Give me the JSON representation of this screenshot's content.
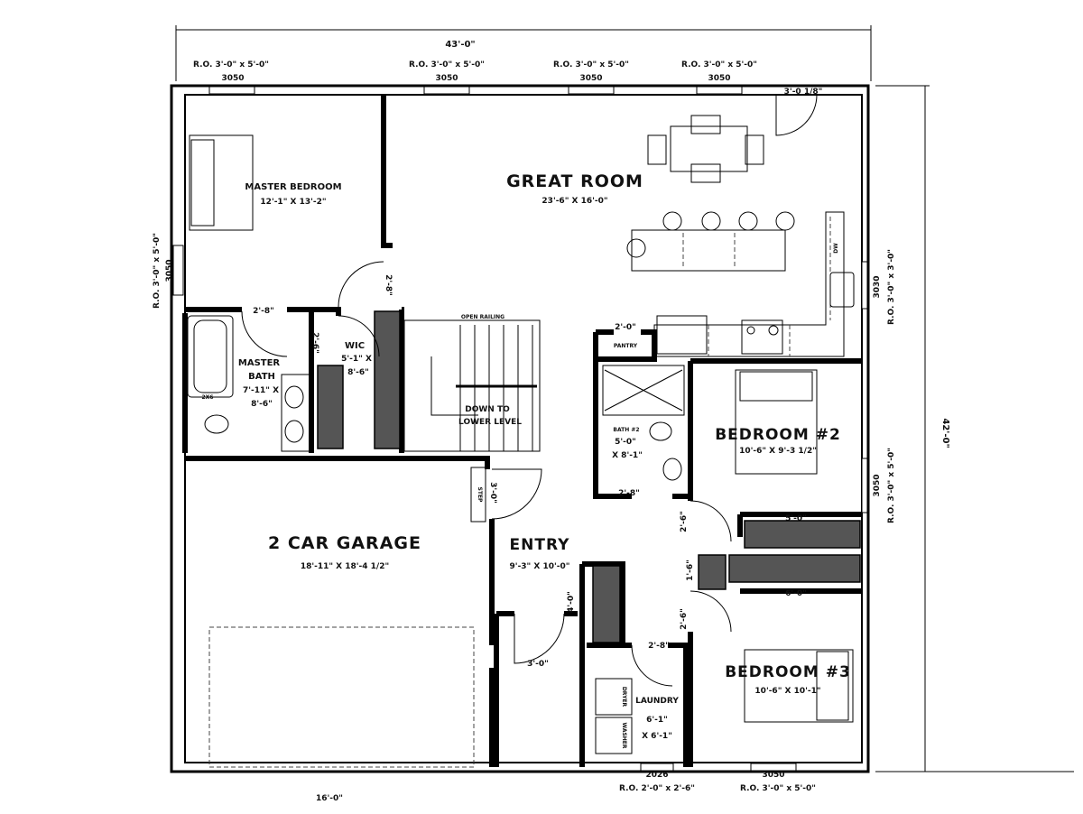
{
  "overall": {
    "width": "43'-0\"",
    "depth": "42'-0\""
  },
  "windows_top": [
    {
      "ro": "R.O. 3'-0\" x 5'-0\"",
      "code": "3050"
    },
    {
      "ro": "R.O. 3'-0\" x 5'-0\"",
      "code": "3050"
    },
    {
      "ro": "R.O. 3'-0\" x 5'-0\"",
      "code": "3050"
    },
    {
      "ro": "R.O. 3'-0\" x 5'-0\"",
      "code": "3050"
    }
  ],
  "window_left": {
    "ro": "R.O. 3'-0\" x 5'-0\"",
    "code": "3050"
  },
  "windows_right": [
    {
      "ro": "R.O. 3'-0\" x 3'-0\"",
      "code": "3030"
    },
    {
      "ro": "R.O. 3'-0\" x 5'-0\"",
      "code": "3050"
    }
  ],
  "windows_bottom": [
    {
      "ro": "R.O. 2'-0\" x 2'-6\"",
      "code": "2026"
    },
    {
      "ro": "R.O. 3'-0\" x 5'-0\"",
      "code": "3050"
    }
  ],
  "rooms": {
    "master_bedroom": {
      "name": "MASTER BEDROOM",
      "size": "12'-1\" X 13'-2\""
    },
    "great_room": {
      "name": "GREAT ROOM",
      "size": "23'-6\" X 16'-0\""
    },
    "master_bath": {
      "name1": "MASTER",
      "name2": "BATH",
      "size1": "7'-11\" X",
      "size2": "8'-6\""
    },
    "wic": {
      "name": "WIC",
      "size1": "5'-1\" X",
      "size2": "8'-6\""
    },
    "stairs": {
      "railing": "OPEN RAILING",
      "line1": "DOWN TO",
      "line2": "LOWER LEVEL"
    },
    "pantry": {
      "name": "PANTRY"
    },
    "bath2": {
      "name": "BATH #2",
      "size1": "5'-0\"",
      "size2": "X 8'-1\""
    },
    "bedroom2": {
      "name": "BEDROOM #2",
      "size": "10'-6\" X 9'-3 1/2\""
    },
    "garage": {
      "name": "2 CAR GARAGE",
      "size": "18'-11\" X 18'-4 1/2\""
    },
    "entry": {
      "name": "ENTRY",
      "size": "9'-3\" X 10'-0\""
    },
    "laundry": {
      "name": "LAUNDRY",
      "size1": "6'-1\"",
      "size2": "X 6'-1\""
    },
    "bedroom3": {
      "name": "BEDROOM #3",
      "size": "10'-6\" X 10'-1\""
    }
  },
  "dimensions": {
    "door_great_room": "3'-0 1/8\"",
    "master_bed_door": "2'-8\"",
    "master_bath_door": "2'-8\"",
    "wic_door": "2'-6\"",
    "pantry_door": "2'-0\"",
    "bath2_door": "2'-8\"",
    "garage_door": "3'-0\"",
    "bed2_door": "2'-6\"",
    "linen_door": "1'-6\"",
    "bed3_door": "2'-6\"",
    "closet2": "5'-0\"",
    "closet3": "6'-0\"",
    "entry_closet": "4'-0\"",
    "laundry_door": "2'-8\"",
    "front_door": "3'-0\"",
    "garage_width": "16'-0\""
  },
  "fixtures": {
    "dw": "DW",
    "step": "STEP",
    "dryer": "DRYER",
    "washer": "WASHER",
    "wall": "2X6"
  }
}
